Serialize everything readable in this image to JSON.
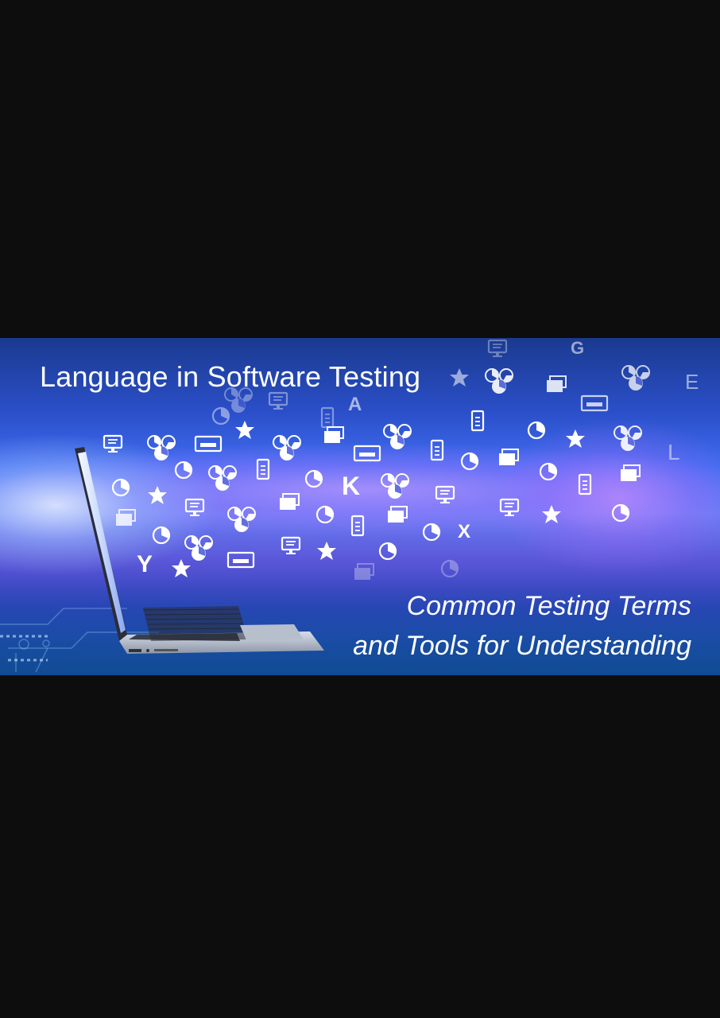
{
  "banner": {
    "title": "Language in Software Testing",
    "subtitle_line1": "Common Testing Terms",
    "subtitle_line2": "and Tools for Understanding",
    "letters": {
      "g": "G",
      "e": "E",
      "a": "A",
      "l": "L",
      "k": "K",
      "x": "X",
      "y": "Y"
    }
  },
  "colors": {
    "background": "#0d0d0e",
    "icon": "#ffffff",
    "banner_top": "#1a3a8f",
    "banner_mid": "#6a7df4",
    "banner_bottom": "#16388a"
  },
  "icons": [
    "monitor-icon",
    "pie-chart-icon",
    "star-icon",
    "mobile-phone-icon",
    "window-stack-icon",
    "dialog-box-icon",
    "laptop-icon"
  ]
}
